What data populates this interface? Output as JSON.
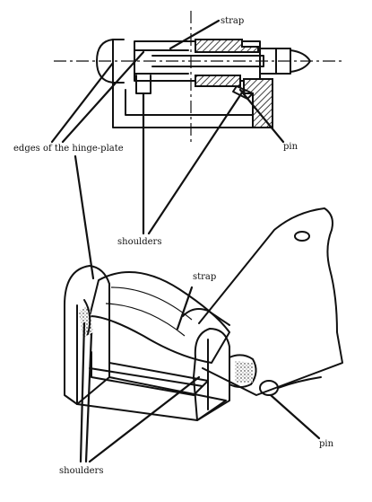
{
  "labels": {
    "strap_top": "strap",
    "edges": "edges of the hinge-plate",
    "pin_top": "pin",
    "shoulders_mid": "shoulders",
    "strap_bottom": "strap",
    "pin_bottom": "pin",
    "shoulders_bottom": "shoulders"
  }
}
